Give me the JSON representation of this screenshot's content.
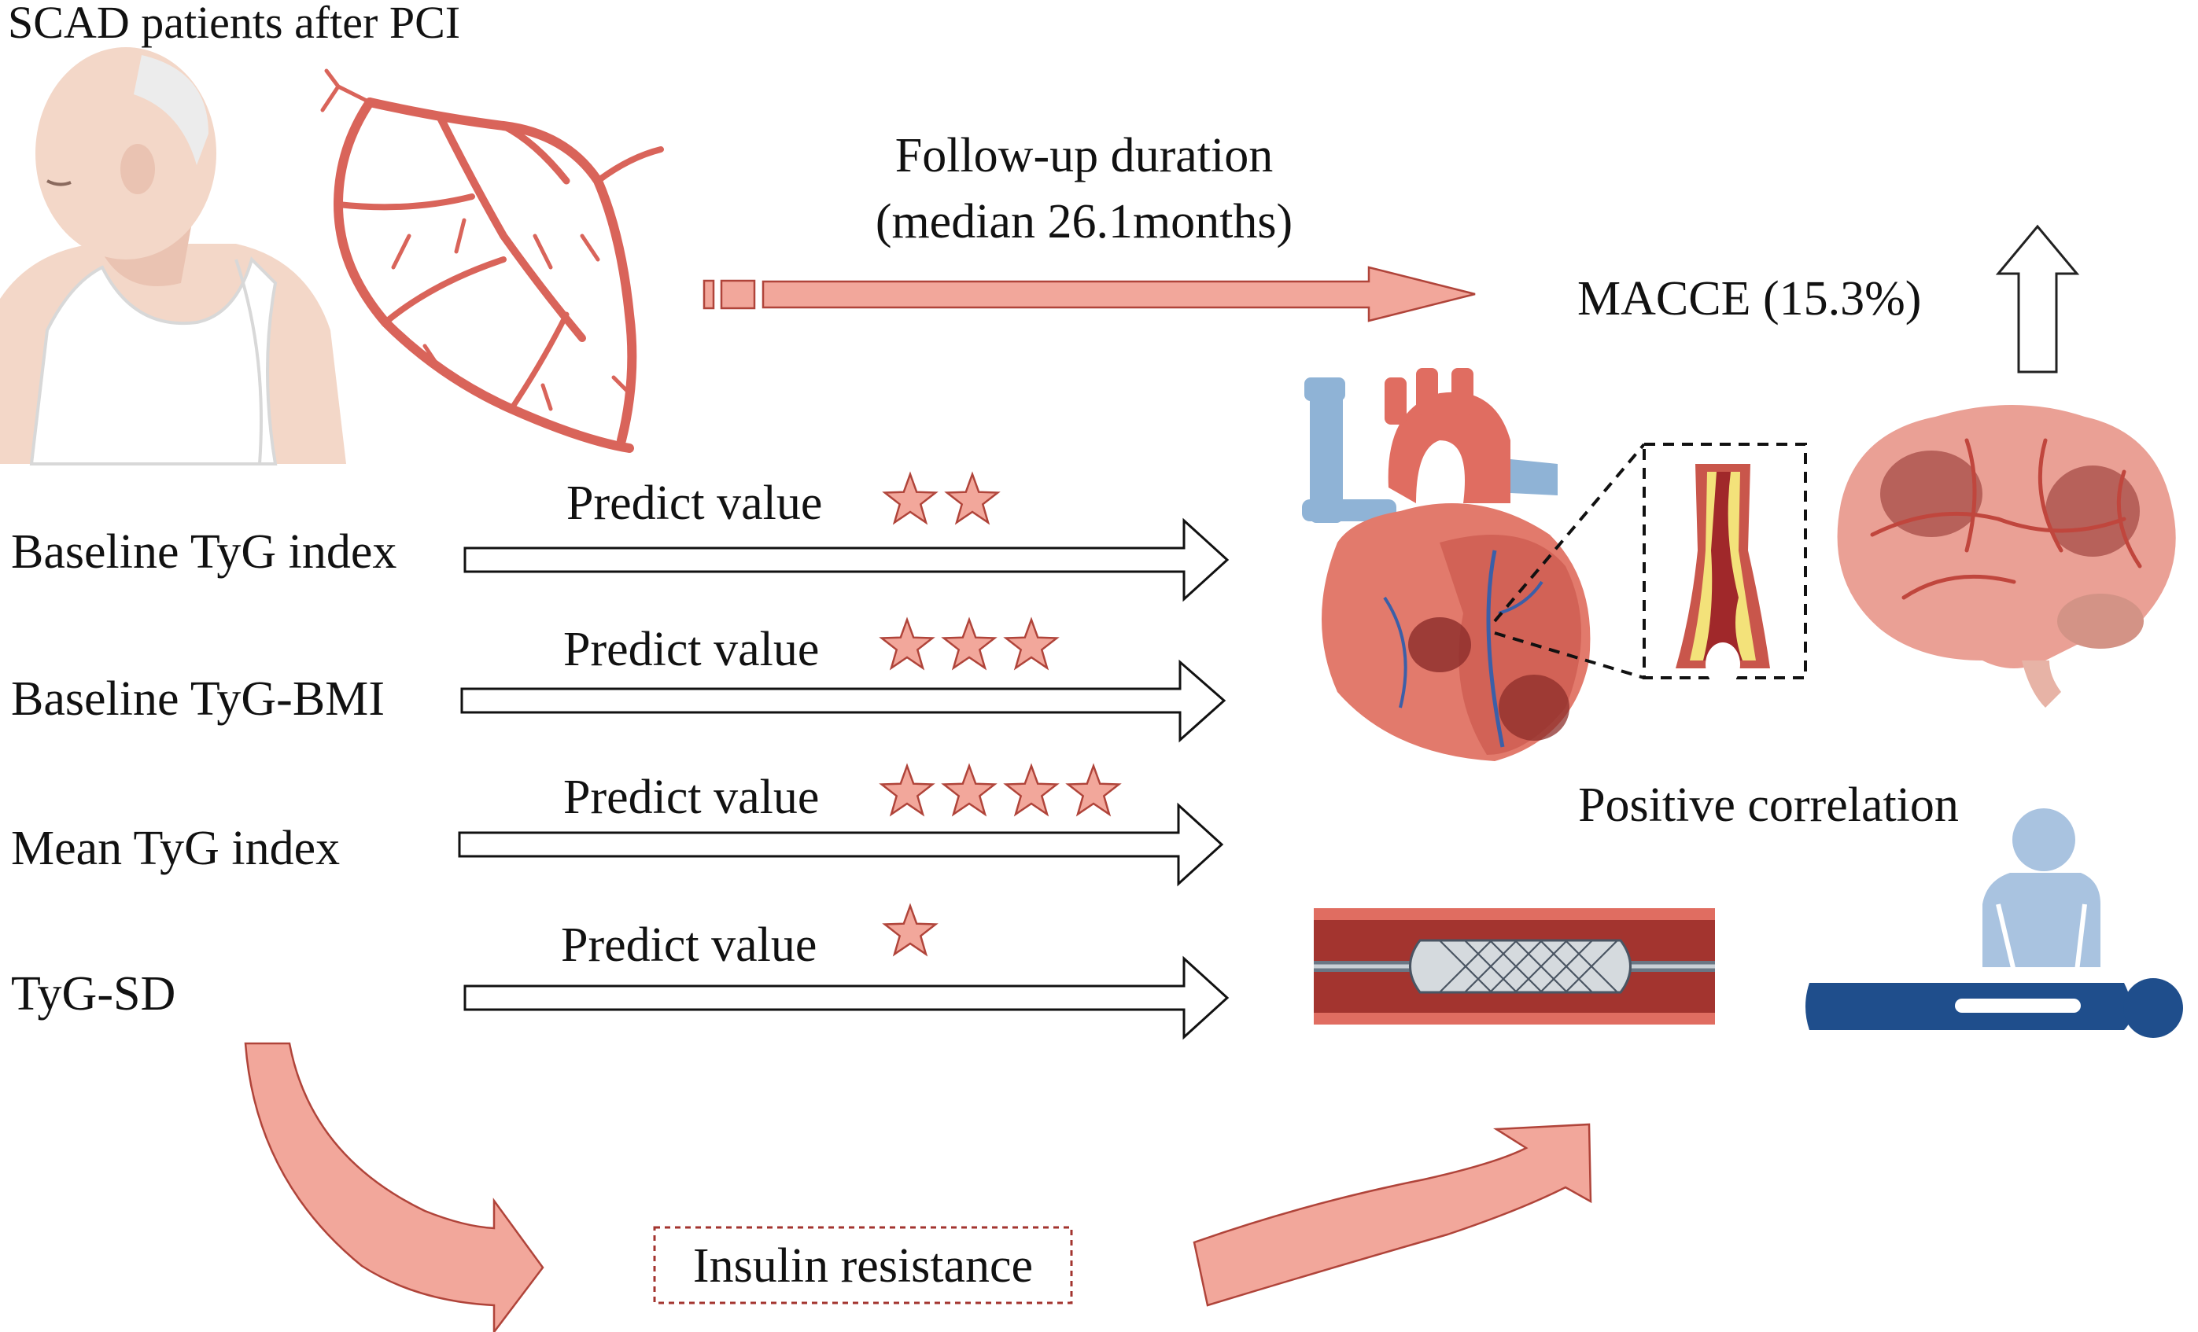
{
  "title": "SCAD patients after PCI",
  "followup": {
    "line1": "Follow-up duration",
    "line2": "(median 26.1months)"
  },
  "outcome": "MACCE (15.3%)",
  "correlation": "Positive correlation",
  "mechanism": "Insulin resistance",
  "predictors": [
    {
      "label": "Baseline TyG index",
      "predict_label": "Predict value",
      "stars": 2
    },
    {
      "label": "Baseline TyG-BMI",
      "predict_label": "Predict value",
      "stars": 3
    },
    {
      "label": "Mean TyG index",
      "predict_label": "Predict value",
      "stars": 4
    },
    {
      "label": "TyG-SD",
      "predict_label": "Predict value",
      "stars": 1
    }
  ],
  "colors": {
    "arrow_fill": "#f2a79b",
    "arrow_stroke": "#b0443a",
    "star_fill": "#f2a79b",
    "vessel": "#d9645a",
    "skin": "#f3d7c8",
    "blue_figure": "#a9c3e0",
    "navy": "#1f4e8c"
  }
}
